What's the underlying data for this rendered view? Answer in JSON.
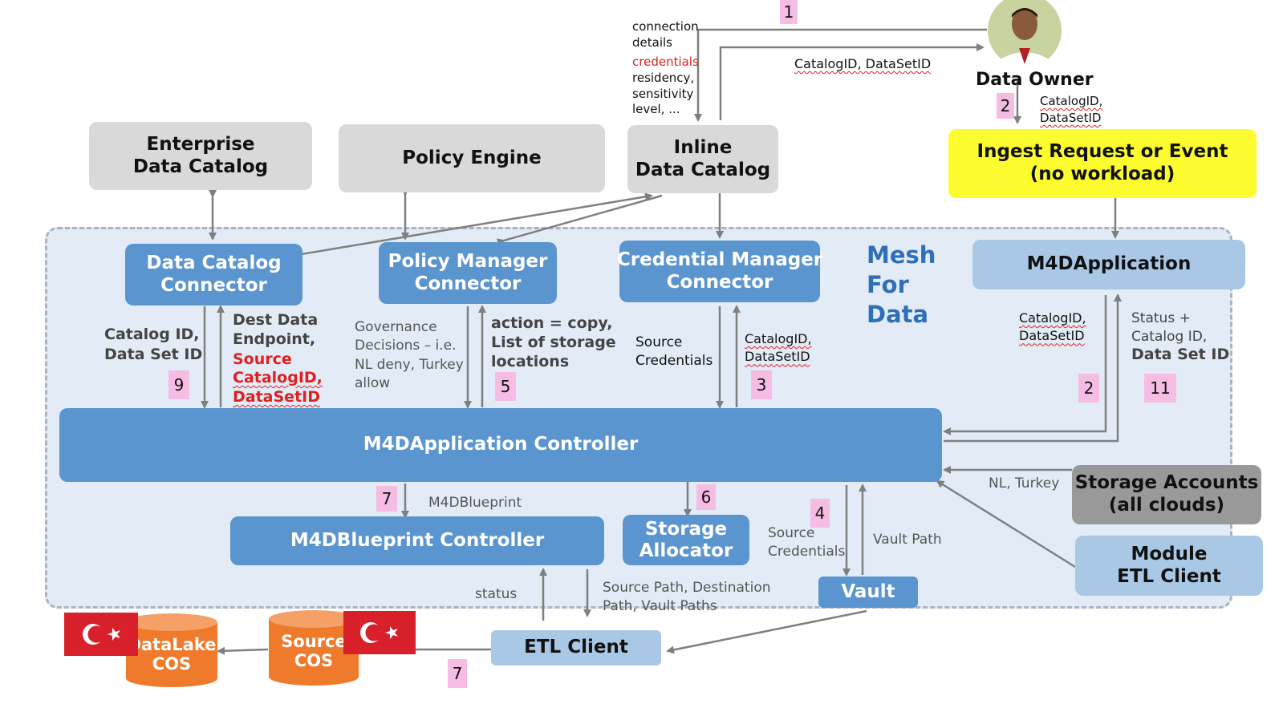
{
  "boxes": {
    "enterprise_catalog": "Enterprise\nData Catalog",
    "policy_engine": "Policy Engine",
    "inline_catalog": "Inline\nData Catalog",
    "ingest_request": "Ingest Request or Event\n(no workload)",
    "data_catalog_connector": "Data Catalog\nConnector",
    "policy_manager_connector": "Policy Manager\nConnector",
    "credential_manager_connector": "Credential Manager\nConnector",
    "m4d_application": "M4DApplication",
    "m4d_application_controller": "M4DApplication Controller",
    "m4d_blueprint_controller": "M4DBlueprint Controller",
    "storage_allocator": "Storage\nAllocator",
    "vault": "Vault",
    "storage_accounts": "Storage Accounts\n(all clouds)",
    "module_etl_client": "Module\nETL Client",
    "etl_client": "ETL Client",
    "source_cos": "Source\nCOS",
    "datalake_cos": "DataLake\nCOS"
  },
  "mesh_title": "Mesh\nFor\nData",
  "data_owner": "Data Owner",
  "labels": {
    "connection_details": "connection\ndetails",
    "credentials": "credentials",
    "residency": "residency,\nsensitivity\nlevel, ...",
    "catalogid_datasetid_top": "CatalogID, DataSetID",
    "catalogid_datasetid_owner": "CatalogID,\nDataSetID",
    "catalog_id_data_set_id": "Catalog ID,\nData Set ID",
    "dest_data_endpoint": "Dest Data\nEndpoint,",
    "source": "Source",
    "source_catalog_ids": "CatalogID,\nDataSetID",
    "governance": "Governance\nDecisions – i.e.\nNL deny, Turkey\nallow",
    "action_copy": "action = copy,\nList of storage\nlocations",
    "source_credentials_1": "Source\nCredentials",
    "catalogid_datasetid_cred": "CatalogID,\nDataSetID",
    "catalogid_datasetid_app": "CatalogID,\nDataSetID",
    "status_plus": "Status +\nCatalog ID,",
    "data_set_id": "Data Set ID",
    "m4d_blueprint": "M4DBlueprint",
    "status": "status",
    "source_path": "Source Path, Destination\nPath, Vault Paths",
    "source_credentials_2": "Source\nCredentials",
    "vault_path": "Vault Path",
    "nl_turkey": "NL, Turkey"
  },
  "steps": {
    "s1": "1",
    "s2_owner": "2",
    "s9": "9",
    "s5": "5",
    "s3": "3",
    "s2_app": "2",
    "s11": "11",
    "s7_blue": "7",
    "s6": "6",
    "s4": "4",
    "s7_etl": "7"
  },
  "colors": {
    "blue_box": "#5b95cf",
    "light_blue_box": "#a9c8e6",
    "gray_box": "#d9d9d9",
    "yellow_box": "#fcfc2e",
    "step_badge": "#f5bde3",
    "mesh_title": "#2f6fb8",
    "cos_orange": "#f07a2c",
    "flag_red": "#d8202a"
  },
  "icons": [
    "person-avatar-icon",
    "turkey-flag-icon"
  ]
}
